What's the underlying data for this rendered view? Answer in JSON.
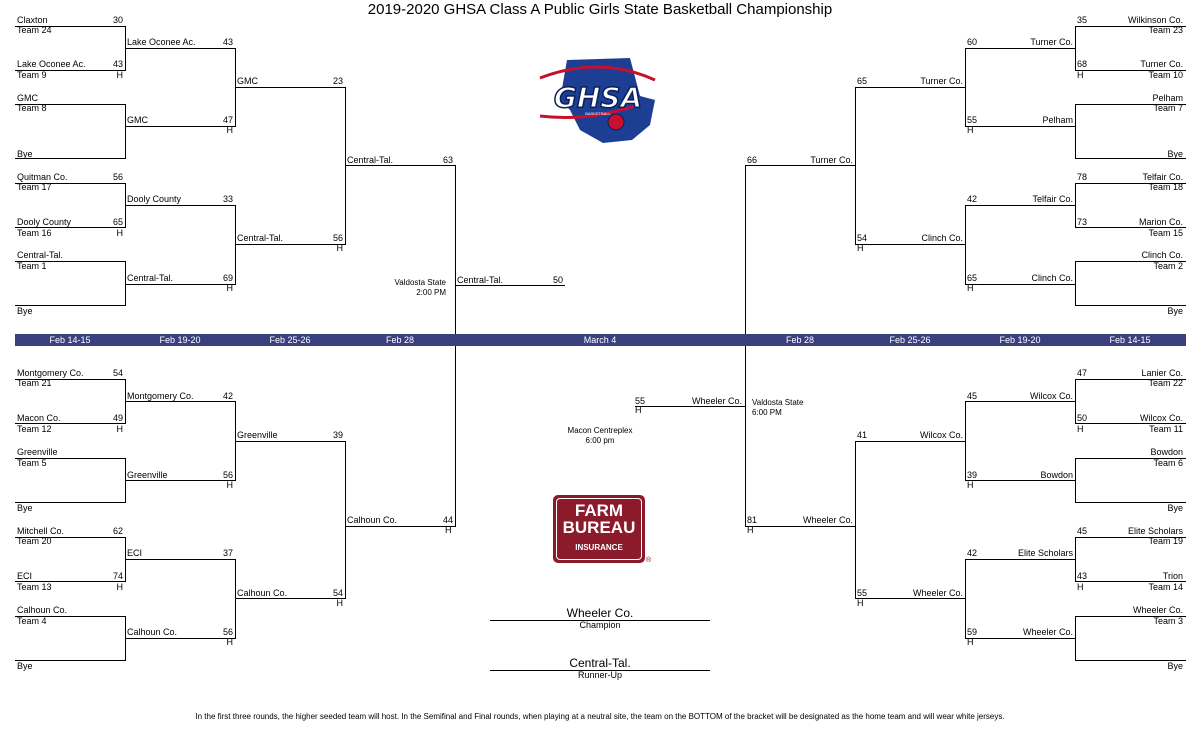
{
  "title": "2019-2020 GHSA Class A Public Girls State Basketball Championship",
  "colors": {
    "date_bar": "#3a3f7e",
    "farm_bureau": "#8b1a2b",
    "ghsa_blue": "#1c3f94",
    "ghsa_red": "#c8102e"
  },
  "dates": [
    "Feb 14-15",
    "Feb 19-20",
    "Feb 25-26",
    "Feb 28",
    "March 4",
    "Feb 28",
    "Feb 25-26",
    "Feb 19-20",
    "Feb 14-15"
  ],
  "logos": {
    "ghsa": "GHSA",
    "ghsa_sub": "BASKETBALL",
    "farm_bureau_1": "FARM",
    "farm_bureau_2": "BUREAU",
    "farm_bureau_3": "INSURANCE",
    "reg": "®"
  },
  "r1": {
    "l1": {
      "name": "Claxton",
      "score": "30",
      "sub": "Team 24"
    },
    "l2": {
      "name": "Lake Oconee Ac.",
      "score": "43",
      "sub": "Team 9",
      "host": "H"
    },
    "l3": {
      "name": "GMC",
      "sub": "Team 8"
    },
    "l4": {
      "name": "Bye"
    },
    "l5": {
      "name": "Quitman Co.",
      "score": "56",
      "sub": "Team 17"
    },
    "l6": {
      "name": "Dooly County",
      "score": "65",
      "sub": "Team 16",
      "host": "H"
    },
    "l7": {
      "name": "Central-Tal.",
      "sub": "Team 1"
    },
    "l8": {
      "name": "Bye"
    },
    "l9": {
      "name": "Montgomery Co.",
      "score": "54",
      "sub": "Team 21"
    },
    "l10": {
      "name": "Macon Co.",
      "score": "49",
      "sub": "Team 12",
      "host": "H"
    },
    "l11": {
      "name": "Greenville",
      "sub": "Team 5"
    },
    "l12": {
      "name": "Bye"
    },
    "l13": {
      "name": "Mitchell Co.",
      "score": "62",
      "sub": "Team 20"
    },
    "l14": {
      "name": "ECI",
      "score": "74",
      "sub": "Team 13",
      "host": "H"
    },
    "l15": {
      "name": "Calhoun Co.",
      "sub": "Team 4"
    },
    "l16": {
      "name": "Bye"
    },
    "r1": {
      "name": "Wilkinson Co.",
      "score": "35",
      "sub": "Team 23"
    },
    "r2": {
      "name": "Turner Co.",
      "score": "68",
      "sub": "Team 10",
      "host": "H"
    },
    "r3": {
      "name": "Pelham",
      "sub": "Team 7"
    },
    "r4": {
      "name": "Bye"
    },
    "r5": {
      "name": "Telfair Co.",
      "score": "78",
      "sub": "Team 18"
    },
    "r6": {
      "name": "Marion Co.",
      "score": "73",
      "sub": "Team 15"
    },
    "r7": {
      "name": "Clinch Co.",
      "sub": "Team 2"
    },
    "r8": {
      "name": "Bye"
    },
    "r9": {
      "name": "Lanier Co.",
      "score": "47",
      "sub": "Team 22"
    },
    "r10": {
      "name": "Wilcox Co.",
      "score": "50",
      "sub": "Team 11",
      "host": "H"
    },
    "r11": {
      "name": "Bowdon",
      "sub": "Team 6"
    },
    "r12": {
      "name": "Bye"
    },
    "r13": {
      "name": "Elite Scholars",
      "score": "45",
      "sub": "Team 19"
    },
    "r14": {
      "name": "Trion",
      "score": "43",
      "sub": "Team 14",
      "host": "H"
    },
    "r15": {
      "name": "Wheeler Co.",
      "sub": "Team 3"
    },
    "r16": {
      "name": "Bye"
    }
  },
  "r2": {
    "l1": {
      "name": "Lake Oconee Ac.",
      "score": "43"
    },
    "l2": {
      "name": "GMC",
      "score": "47",
      "host": "H"
    },
    "l3": {
      "name": "Dooly County",
      "score": "33"
    },
    "l4": {
      "name": "Central-Tal.",
      "score": "69",
      "host": "H"
    },
    "l5": {
      "name": "Montgomery Co.",
      "score": "42"
    },
    "l6": {
      "name": "Greenville",
      "score": "56",
      "host": "H"
    },
    "l7": {
      "name": "ECI",
      "score": "37"
    },
    "l8": {
      "name": "Calhoun Co.",
      "score": "56",
      "host": "H"
    },
    "r1": {
      "name": "Turner Co.",
      "score": "60"
    },
    "r2": {
      "name": "Pelham",
      "score": "55",
      "host": "H"
    },
    "r3": {
      "name": "Telfair Co.",
      "score": "42"
    },
    "r4": {
      "name": "Clinch Co.",
      "score": "65",
      "host": "H"
    },
    "r5": {
      "name": "Wilcox Co.",
      "score": "45"
    },
    "r6": {
      "name": "Bowdon",
      "score": "39",
      "host": "H"
    },
    "r7": {
      "name": "Elite Scholars",
      "score": "42"
    },
    "r8": {
      "name": "Wheeler Co.",
      "score": "59",
      "host": "H"
    }
  },
  "r3": {
    "l1": {
      "name": "GMC",
      "score": "23"
    },
    "l2": {
      "name": "Central-Tal.",
      "score": "56",
      "host": "H"
    },
    "l3": {
      "name": "Greenville",
      "score": "39"
    },
    "l4": {
      "name": "Calhoun Co.",
      "score": "54",
      "host": "H"
    },
    "r1": {
      "name": "Turner Co.",
      "score": "65"
    },
    "r2": {
      "name": "Clinch Co.",
      "score": "54",
      "host": "H"
    },
    "r3": {
      "name": "Wilcox Co.",
      "score": "41"
    },
    "r4": {
      "name": "Wheeler Co.",
      "score": "55",
      "host": "H"
    }
  },
  "semis": {
    "l1": {
      "name": "Central-Tal.",
      "score": "63"
    },
    "l2": {
      "name": "Calhoun Co.",
      "score": "44",
      "host": "H"
    },
    "r1": {
      "name": "Turner Co.",
      "score": "66"
    },
    "r2": {
      "name": "Wheeler Co.",
      "score": "81",
      "host": "H"
    },
    "left_venue": "Valdosta State",
    "left_time": "2:00 PM",
    "right_venue": "Valdosta State",
    "right_time": "6:00 PM"
  },
  "finals": {
    "left": {
      "name": "Central-Tal.",
      "score": "50"
    },
    "right": {
      "name": "Wheeler Co.",
      "score": "55",
      "host": "H"
    },
    "venue": "Macon Centreplex",
    "time": "6:00 pm"
  },
  "champion": {
    "name": "Wheeler Co.",
    "label": "Champion"
  },
  "runner_up": {
    "name": "Central-Tal.",
    "label": "Runner-Up"
  },
  "footnote": "In the first three rounds, the higher seeded team will host. In the Semifinal and Final rounds, when playing at a neutral site, the team on the BOTTOM of the bracket will be designated as the home team and will wear white jerseys."
}
